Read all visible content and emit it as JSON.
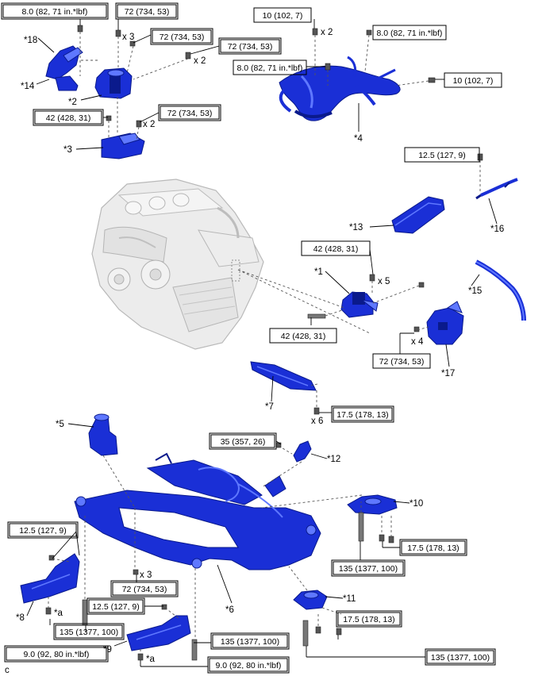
{
  "diagram": {
    "corner_letter": "c",
    "torques": [
      {
        "id": "t1",
        "text": "8.0 (82, 71 in.*lbf)"
      },
      {
        "id": "t2",
        "text": "72 (734, 53)"
      },
      {
        "id": "t3",
        "text": "72 (734, 53)"
      },
      {
        "id": "t4",
        "text": "72 (734, 53)"
      },
      {
        "id": "t5",
        "text": "42 (428, 31)"
      },
      {
        "id": "t6",
        "text": "72 (734, 53)"
      },
      {
        "id": "t7",
        "text": "10 (102, 7)"
      },
      {
        "id": "t8",
        "text": "8.0 (82, 71 in.*lbf)"
      },
      {
        "id": "t9",
        "text": "8.0 (82, 71 in.*lbf)"
      },
      {
        "id": "t10",
        "text": "10 (102, 7)"
      },
      {
        "id": "t11",
        "text": "12.5 (127, 9)"
      },
      {
        "id": "t12",
        "text": "42 (428, 31)"
      },
      {
        "id": "t13",
        "text": "42 (428, 31)"
      },
      {
        "id": "t14",
        "text": "72 (734, 53)"
      },
      {
        "id": "t15",
        "text": "17.5 (178, 13)"
      },
      {
        "id": "t16",
        "text": "35 (357, 26)"
      },
      {
        "id": "t17",
        "text": "12.5 (127, 9)"
      },
      {
        "id": "t18",
        "text": "17.5 (178, 13)"
      },
      {
        "id": "t19",
        "text": "135 (1377, 100)"
      },
      {
        "id": "t20",
        "text": "72 (734, 53)"
      },
      {
        "id": "t21",
        "text": "12.5 (127, 9)"
      },
      {
        "id": "t22",
        "text": "135 (1377, 100)"
      },
      {
        "id": "t23",
        "text": "135 (1377, 100)"
      },
      {
        "id": "t24",
        "text": "9.0 (92, 80 in.*lbf)"
      },
      {
        "id": "t25",
        "text": "9.0 (92, 80 in.*lbf)"
      },
      {
        "id": "t26",
        "text": "17.5 (178, 13)"
      },
      {
        "id": "t27",
        "text": "135 (1377, 100)"
      }
    ],
    "parts": [
      {
        "id": "p18",
        "text": "*18"
      },
      {
        "id": "p14",
        "text": "*14"
      },
      {
        "id": "p2",
        "text": "*2"
      },
      {
        "id": "p3",
        "text": "*3"
      },
      {
        "id": "p4",
        "text": "*4"
      },
      {
        "id": "p16",
        "text": "*16"
      },
      {
        "id": "p13",
        "text": "*13"
      },
      {
        "id": "p1",
        "text": "*1"
      },
      {
        "id": "p15",
        "text": "*15"
      },
      {
        "id": "p17",
        "text": "*17"
      },
      {
        "id": "p7",
        "text": "*7"
      },
      {
        "id": "p5",
        "text": "*5"
      },
      {
        "id": "p12",
        "text": "*12"
      },
      {
        "id": "p10",
        "text": "*10"
      },
      {
        "id": "p6",
        "text": "*6"
      },
      {
        "id": "p11",
        "text": "*11"
      },
      {
        "id": "p8",
        "text": "*8"
      },
      {
        "id": "p9",
        "text": "*9"
      },
      {
        "id": "pa1",
        "text": "*a"
      },
      {
        "id": "pa2",
        "text": "*a"
      }
    ],
    "quantities": [
      {
        "id": "q1",
        "text": "x 3"
      },
      {
        "id": "q2",
        "text": "x 2"
      },
      {
        "id": "q3",
        "text": "x 2"
      },
      {
        "id": "q4",
        "text": "x 2"
      },
      {
        "id": "q5",
        "text": "x 5"
      },
      {
        "id": "q6",
        "text": "x 4"
      },
      {
        "id": "q7",
        "text": "x 6"
      },
      {
        "id": "q8",
        "text": "x 3"
      }
    ],
    "colors": {
      "part_fill": "#1a2fd6",
      "part_dark": "#0a1a8c",
      "part_light": "#5f78ff",
      "engine_fill": "#ececec",
      "engine_stroke": "#b9b9b9",
      "leader": "#000000",
      "dashed": "#555555"
    }
  }
}
